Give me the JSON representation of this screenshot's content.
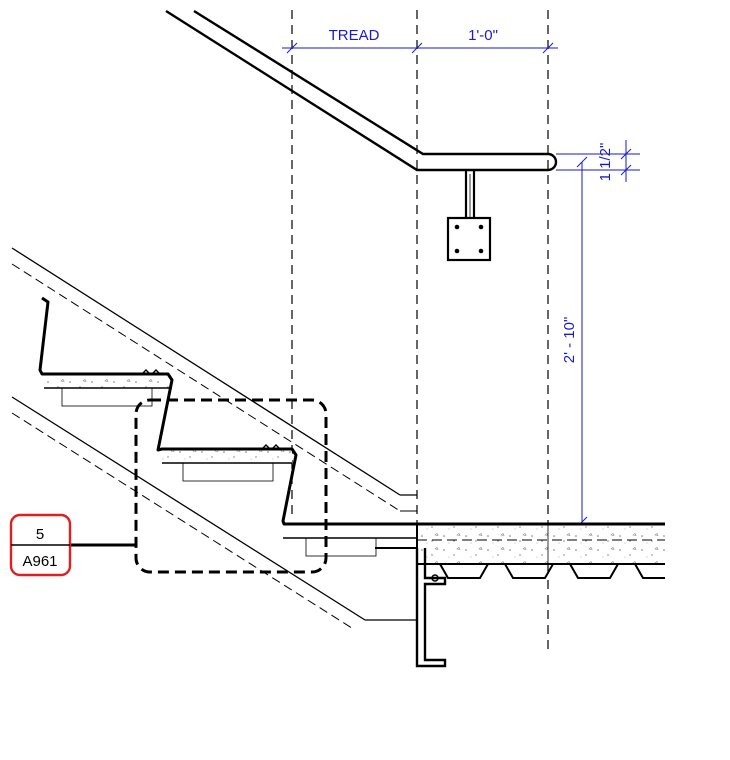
{
  "dimensions": {
    "tread": "TREAD",
    "tread_extension": "1'-0\"",
    "handrail_thickness": "1 1/2\"",
    "handrail_height": "2' - 10\""
  },
  "detail_callout": {
    "detail_number": "5",
    "sheet_number": "A961"
  },
  "colors": {
    "dimension": "#1a1ad0",
    "callout_tag": "#e02020",
    "linework": "#000000"
  }
}
